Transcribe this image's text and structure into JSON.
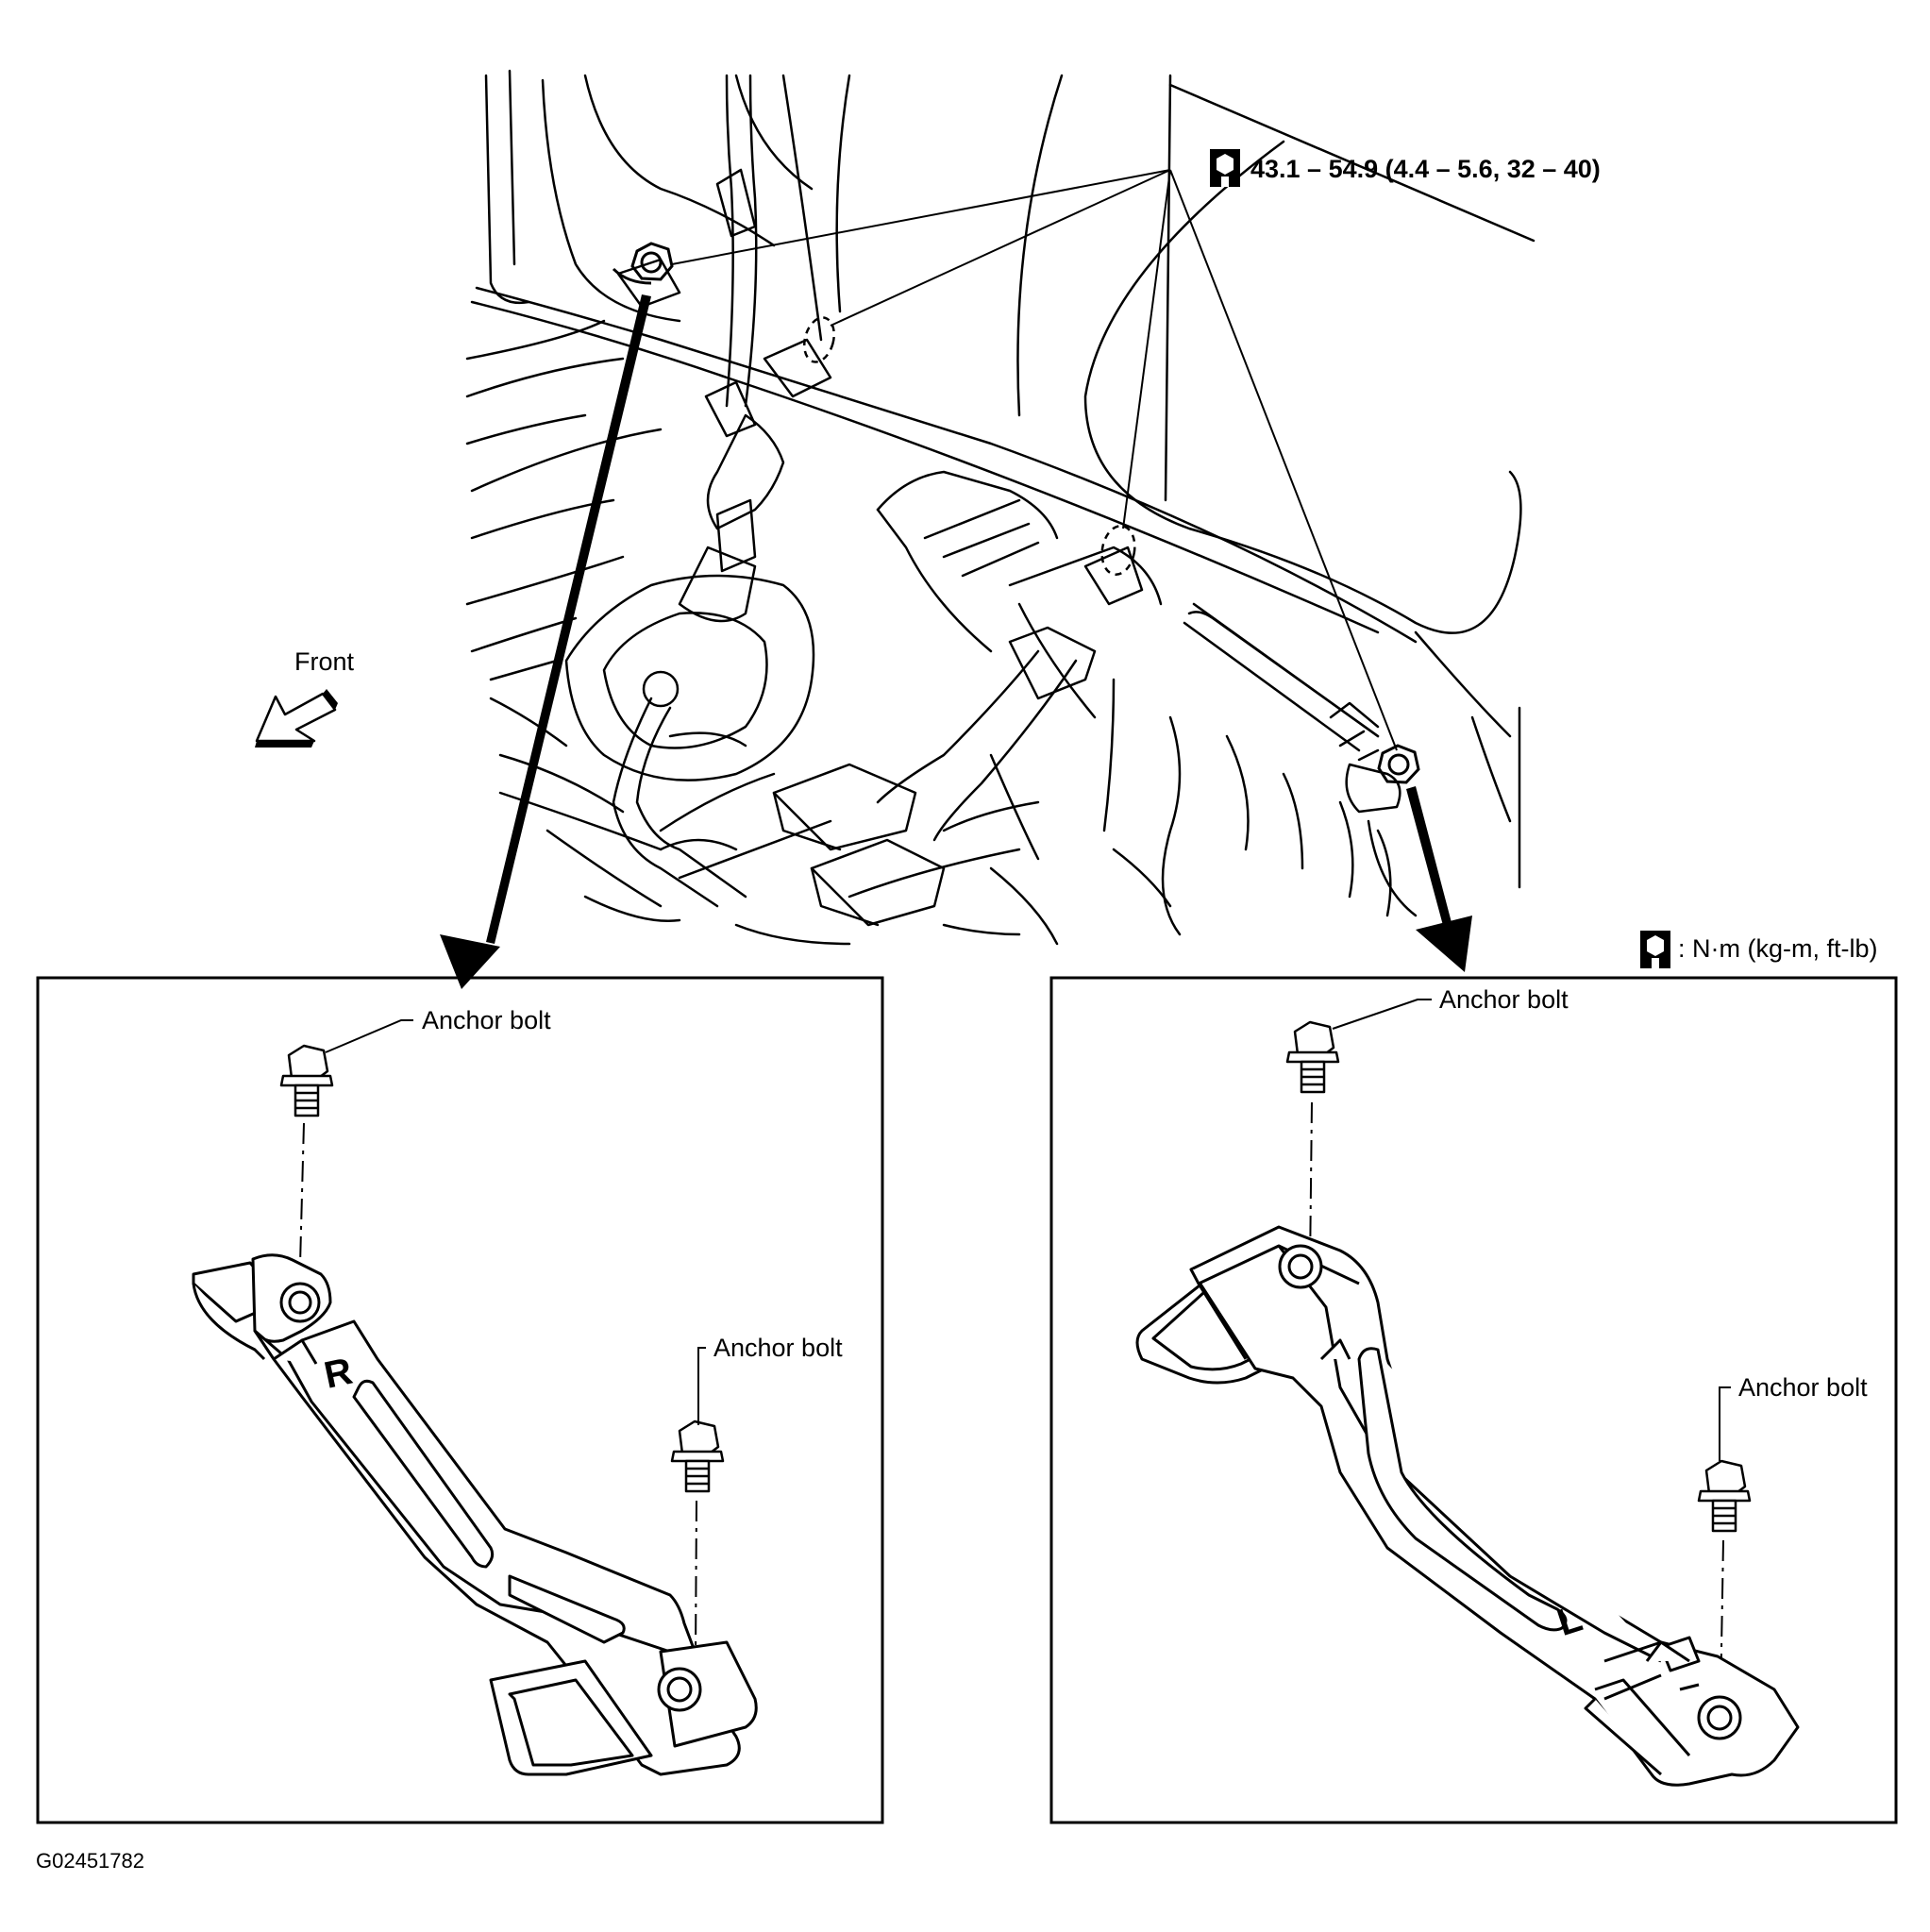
{
  "torque_spec": "43.1 – 54.9 (4.4 – 5.6, 32 – 40)",
  "front_label": "Front",
  "legend": ": N·m (kg-m, ft-lb)",
  "left_panel": {
    "label_upper": "Anchor bolt",
    "label_lower": "Anchor bolt",
    "bracket_mark": "R"
  },
  "right_panel": {
    "label_upper": "Anchor bolt",
    "label_lower": "Anchor bolt",
    "bracket_mark": "L"
  },
  "figure_code": "G02451782",
  "icons": [
    "torque-wrench-icon",
    "front-arrow-icon"
  ]
}
